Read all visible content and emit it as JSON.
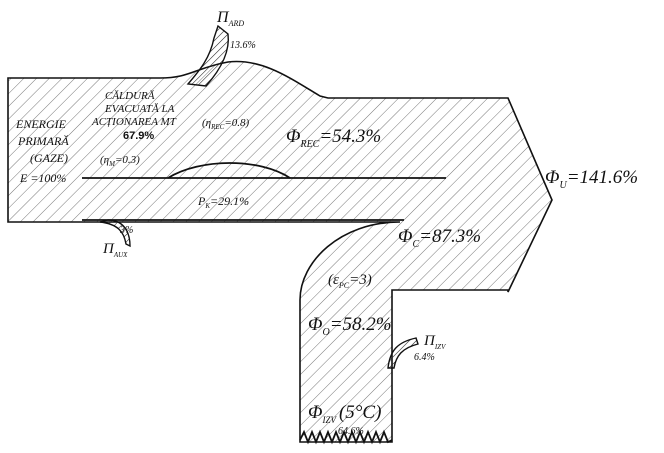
{
  "labels": {
    "pi_ard": "Π",
    "pi_ard_sub": "ARD",
    "pi_ard_val": "13.6%",
    "caldura_l1": "CĂLDURĂ",
    "caldura_l2": "EVACUATĂ LA",
    "caldura_l3": "ACȚIONAREA MT",
    "caldura_val": "67.9%",
    "eta_rec": "(η",
    "eta_rec_sub": "REC",
    "eta_rec_val": "=0.8)",
    "energie_l1": "ENERGIE",
    "energie_l2": "PRIMARĂ",
    "energie_l3": "(GAZE)",
    "eta_m": "(η",
    "eta_m_sub": "M",
    "eta_m_val": "=0.3)",
    "e_val": "E =100%",
    "phi_rec": "Φ",
    "phi_rec_sub": "REC",
    "phi_rec_val": "=54.3%",
    "pk": "P",
    "pk_sub": "K",
    "pk_val": "=29.1%",
    "phi_u": "Φ",
    "phi_u_sub": "U",
    "phi_u_val": "=141.6%",
    "aux_val": "3%",
    "pi_aux": "Π",
    "pi_aux_sub": "AUX",
    "phi_c": "Φ",
    "phi_c_sub": "C",
    "phi_c_val": "=87.3%",
    "eps_pc": "(ε",
    "eps_pc_sub": "PC",
    "eps_pc_val": "=3)",
    "phi_o": "Φ",
    "phi_o_sub": "O",
    "phi_o_val": "=58.2%",
    "pi_izv": "Π",
    "pi_izv_sub": "IZV",
    "pi_izv_val": "6.4%",
    "phi_izv": "Φ",
    "phi_izv_sub": "IZV",
    "phi_izv_val": "(5°C)",
    "phi_izv_pct": "64.6%"
  }
}
